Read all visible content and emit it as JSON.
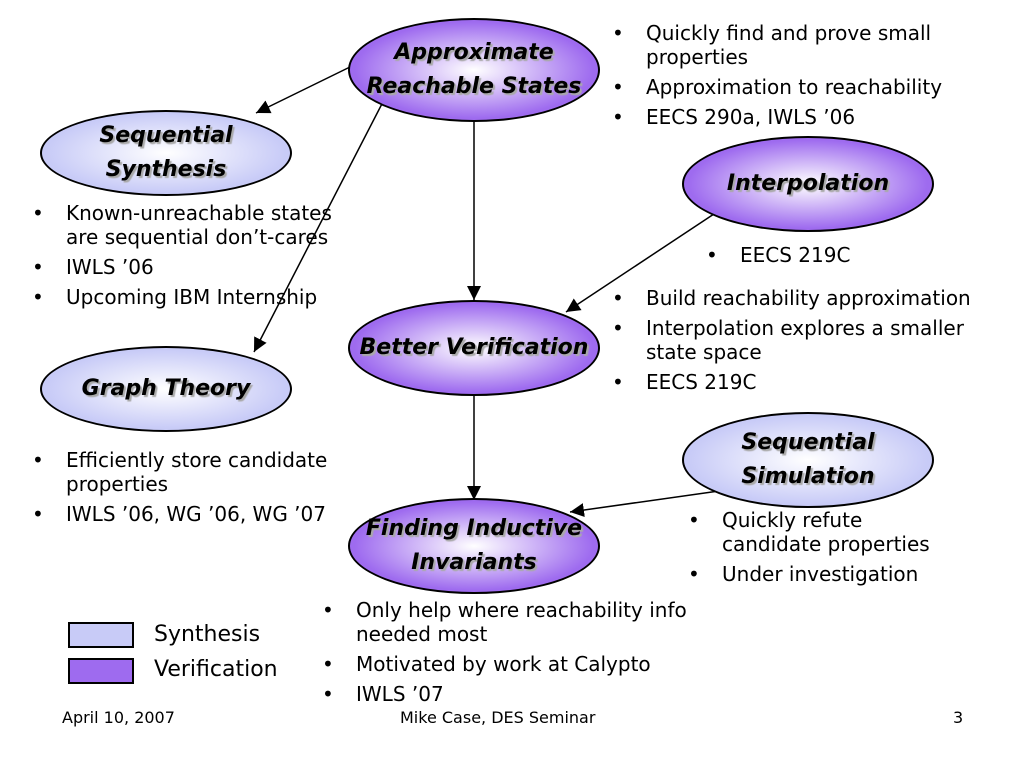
{
  "colors": {
    "synthesis": "#c8cbf7",
    "verification": "#9e6bef",
    "edge": "#000000"
  },
  "nodes": {
    "approx": {
      "label": "Approximate\nReachable States",
      "kind": "verification"
    },
    "seqsyn": {
      "label": "Sequential\nSynthesis",
      "kind": "synthesis"
    },
    "interp": {
      "label": "Interpolation",
      "kind": "verification"
    },
    "better": {
      "label": "Better Verification",
      "kind": "verification"
    },
    "graph": {
      "label": "Graph Theory",
      "kind": "synthesis"
    },
    "seqsim": {
      "label": "Sequential\nSimulation",
      "kind": "synthesis"
    },
    "finding": {
      "label": "Finding Inductive\nInvariants",
      "kind": "verification"
    }
  },
  "edges": [
    {
      "from": "approx",
      "to": "seqsyn"
    },
    {
      "from": "approx",
      "to": "graph"
    },
    {
      "from": "approx",
      "to": "better"
    },
    {
      "from": "interp",
      "to": "better"
    },
    {
      "from": "better",
      "to": "finding"
    },
    {
      "from": "seqsim",
      "to": "finding"
    }
  ],
  "bullets": {
    "approx": [
      "Quickly find and prove small\nproperties",
      "Approximation to reachability",
      "EECS 290a, IWLS ’06"
    ],
    "seqsyn": [
      "Known-unreachable states\nare sequential don’t-cares",
      "IWLS ’06",
      "Upcoming IBM Internship"
    ],
    "interp": [
      "EECS 219C"
    ],
    "better": [
      "Build reachability approximation",
      "Interpolation explores a smaller\nstate space",
      "EECS 219C"
    ],
    "graph": [
      "Efficiently store candidate\nproperties",
      "IWLS ’06, WG ’06, WG ’07"
    ],
    "seqsim": [
      "Quickly refute\ncandidate properties",
      "Under investigation"
    ],
    "finding": [
      "Only help where reachability info\nneeded most",
      "Motivated by work at Calypto",
      "IWLS ’07"
    ]
  },
  "legend": {
    "synthesis": "Synthesis",
    "verification": "Verification"
  },
  "footer": {
    "date": "April 10, 2007",
    "author": "Mike Case, DES Seminar",
    "page": "3"
  }
}
